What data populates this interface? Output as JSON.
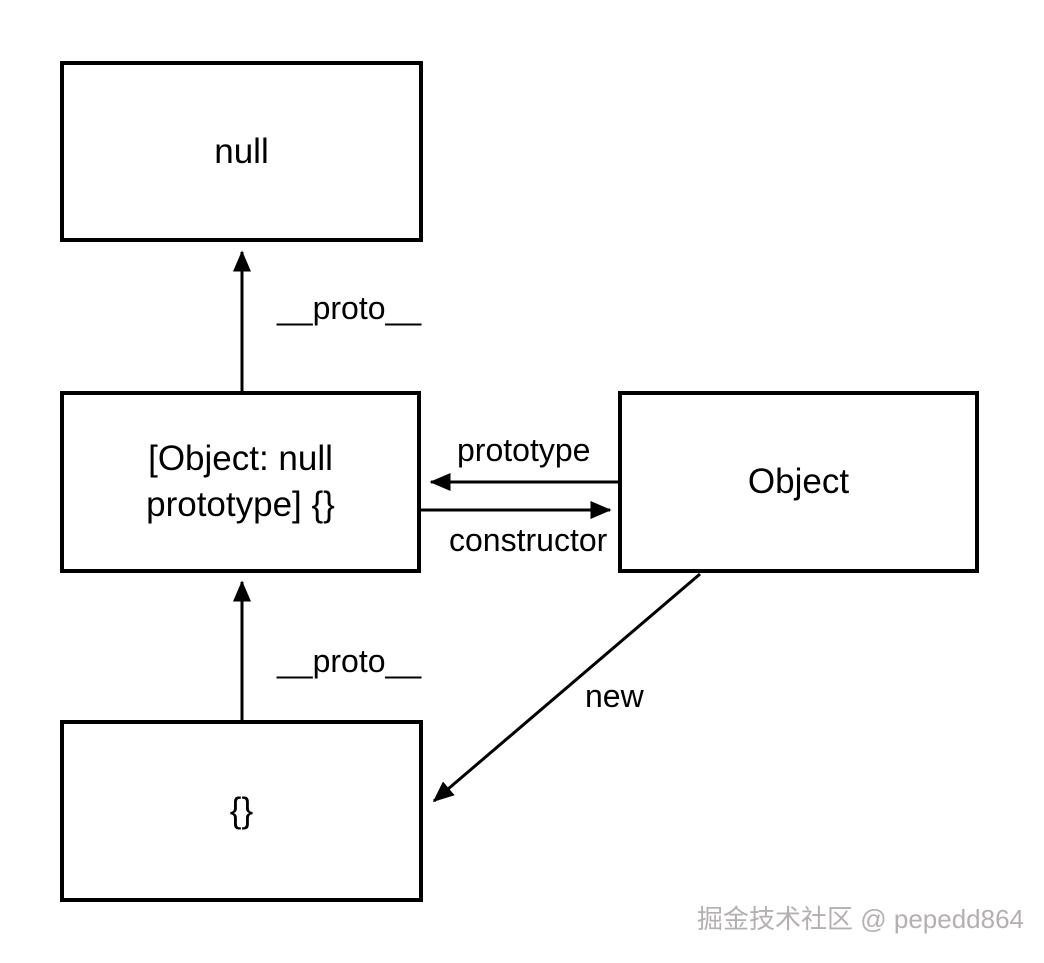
{
  "diagram": {
    "nodes": {
      "null_box": {
        "label": "null"
      },
      "object_null_prototype": {
        "label": "[Object: null prototype] {}"
      },
      "object": {
        "label": "Object"
      },
      "empty_object": {
        "label": "{}"
      }
    },
    "edges": {
      "proto_top": {
        "label": "__proto__",
        "from": "object_null_prototype",
        "to": "null_box"
      },
      "prototype": {
        "label": "prototype",
        "from": "object",
        "to": "object_null_prototype"
      },
      "constructor": {
        "label": "constructor",
        "from": "object_null_prototype",
        "to": "object"
      },
      "proto_bottom": {
        "label": "__proto__",
        "from": "empty_object",
        "to": "object_null_prototype"
      },
      "new": {
        "label": "new",
        "from": "object",
        "to": "empty_object"
      }
    },
    "colors": {
      "stroke": "#000000",
      "background": "#ffffff",
      "watermark": "#b5b0b0"
    }
  },
  "watermark": {
    "text": "掘金技术社区 @ pepedd864"
  }
}
